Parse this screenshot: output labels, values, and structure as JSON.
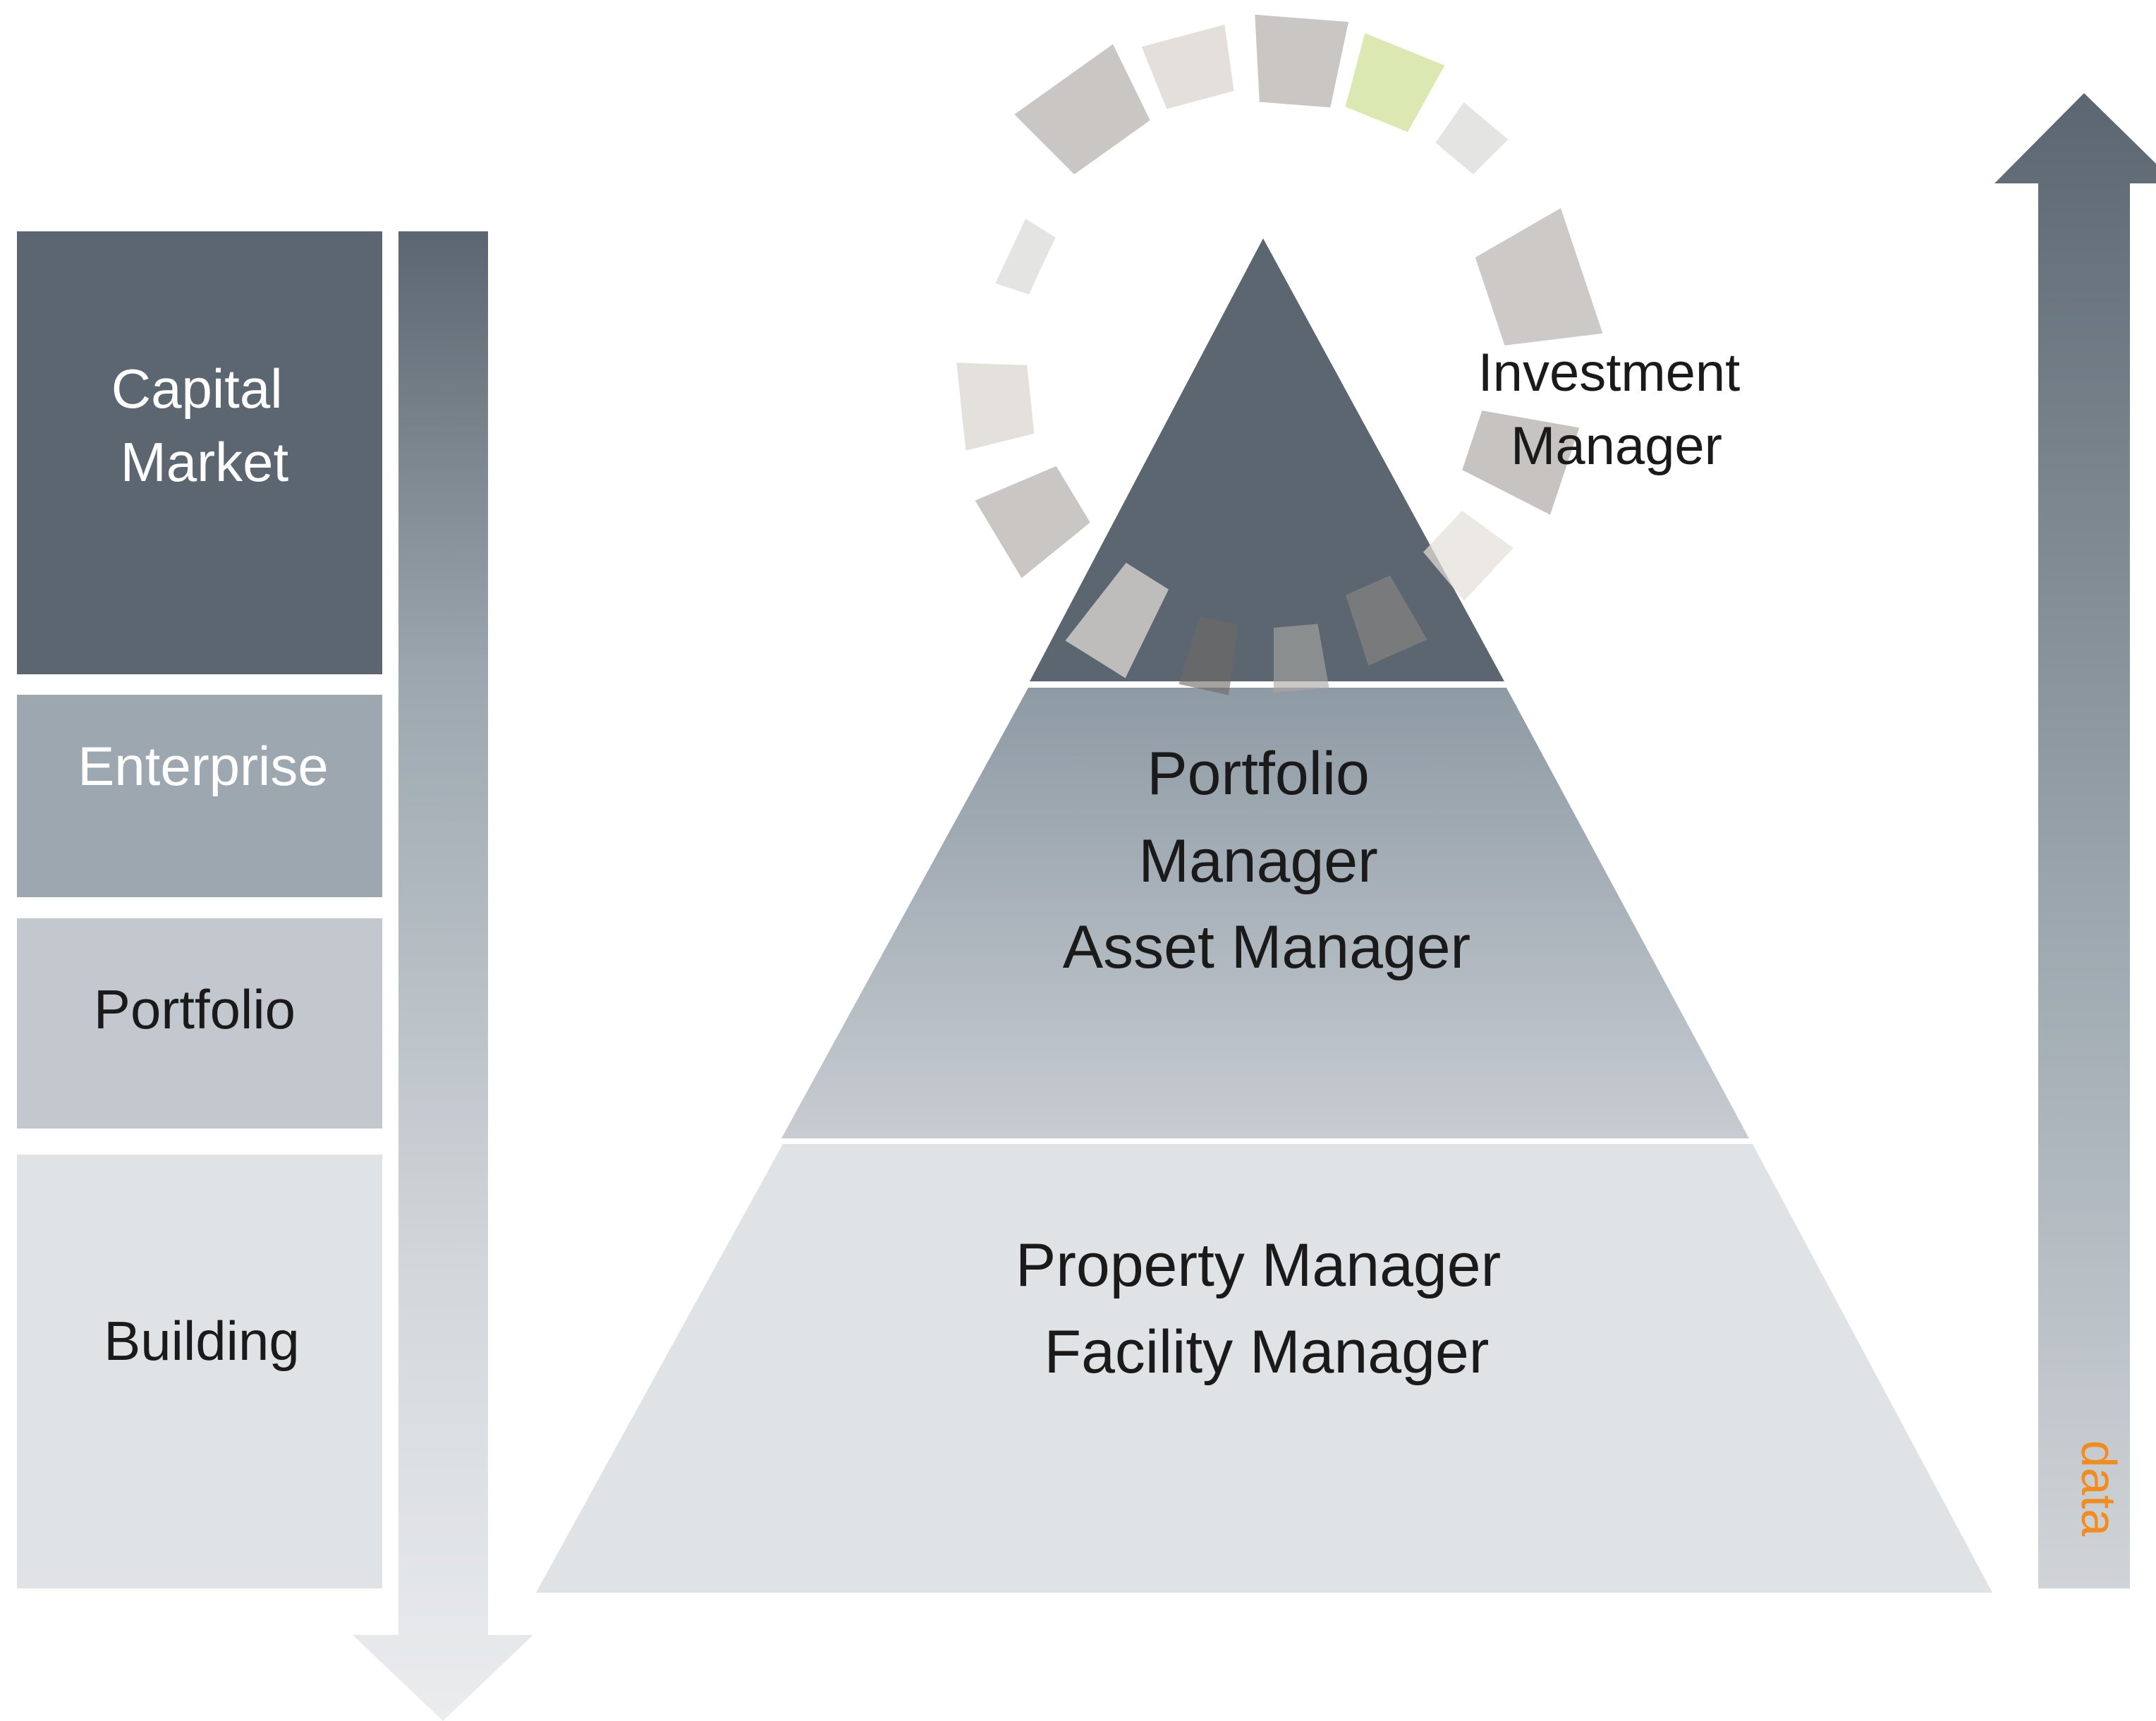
{
  "levels": [
    {
      "lines": [
        "Capital",
        "Market"
      ],
      "fill": "#5b6670",
      "text_color": "#ffffff"
    },
    {
      "lines": [
        "Enterprise"
      ],
      "fill": "#9ca7af",
      "text_color": "#ffffff"
    },
    {
      "lines": [
        "Portfolio"
      ],
      "fill": "#c2c8ce",
      "text_color": "#1a1a1a"
    },
    {
      "lines": [
        "Building"
      ],
      "fill": "#e0e3e6",
      "text_color": "#1a1a1a"
    }
  ],
  "pyramid": {
    "top": {
      "lines": [
        "Investment",
        "Manager"
      ]
    },
    "middle": {
      "lines": [
        "Portfolio",
        "Manager",
        "Asset Manager"
      ]
    },
    "bottom": {
      "lines": [
        "Property Manager",
        "Facility Manager"
      ]
    }
  },
  "data_arrow": {
    "label": "data",
    "label_color": "#f28c1e"
  },
  "colors": {
    "dark": "#5b6670",
    "mid": "#9ca7af",
    "light": "#e0e3e6",
    "segment_accent": "#dbe8b2"
  }
}
